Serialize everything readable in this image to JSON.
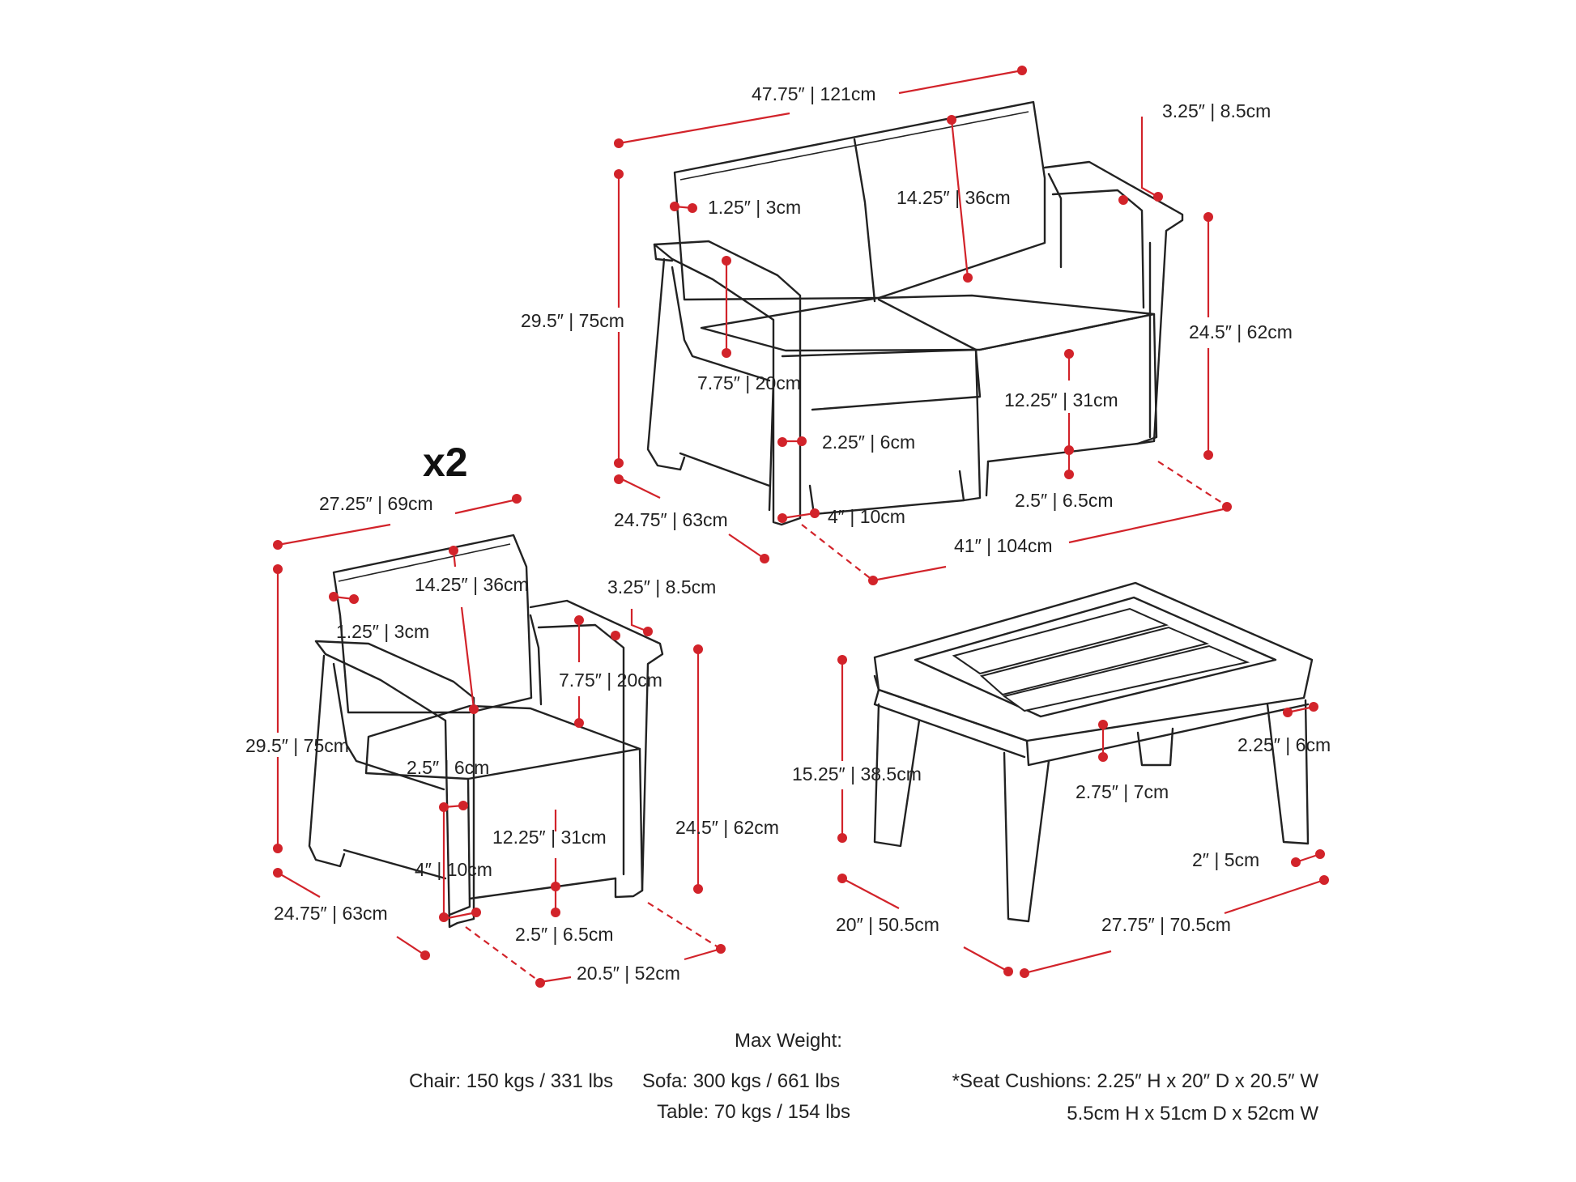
{
  "multiplier": "x2",
  "sofa": {
    "width": "47.75″ | 121cm",
    "arm_width": "3.25″ | 8.5cm",
    "back_thickness": "1.25″ | 3cm",
    "back_height": "14.25″ | 36cm",
    "total_height": "29.5″ | 75cm",
    "arm_height": "24.5″ | 62cm",
    "arm_opening": "7.75″ | 20cm",
    "seat_height": "12.25″ | 31cm",
    "frame_thickness": "2.25″ | 6cm",
    "clearance": "2.5″ | 6.5cm",
    "leg": "4″ | 10cm",
    "depth": "24.75″ | 63cm",
    "seat_width": "41″ | 104cm"
  },
  "chair": {
    "width": "27.25″ | 69cm",
    "back_height": "14.25″ | 36cm",
    "arm_width": "3.25″ | 8.5cm",
    "back_thickness": "1.25″ | 3cm",
    "arm_opening": "7.75″ | 20cm",
    "total_height": "29.5″ | 75cm",
    "frame_thickness": "2.5″ | 6cm",
    "seat_height": "12.25″ | 31cm",
    "arm_height": "24.5″ | 62cm",
    "leg": "4″ | 10cm",
    "depth": "24.75″ | 63cm",
    "clearance": "2.5″ | 6.5cm",
    "seat_width": "20.5″ | 52cm"
  },
  "table": {
    "height": "15.25″ | 38.5cm",
    "apron": "2.75″ | 7cm",
    "leg_thickness": "2.25″ | 6cm",
    "leg_gap": "2″ | 5cm",
    "depth": "20″ | 50.5cm",
    "width": "27.75″ | 70.5cm"
  },
  "info": {
    "max_weight_title": "Max Weight:",
    "chair_weight": "Chair: 150 kgs / 331 lbs",
    "sofa_weight": "Sofa: 300 kgs / 661 lbs",
    "table_weight": "Table: 70 kgs / 154 lbs",
    "cushion_line1": "*Seat Cushions: 2.25″ H x 20″ D x 20.5″ W",
    "cushion_line2": "5.5cm H x 51cm D x 52cm W"
  },
  "colors": {
    "dimension": "#d2232a",
    "drawing": "#222222"
  }
}
